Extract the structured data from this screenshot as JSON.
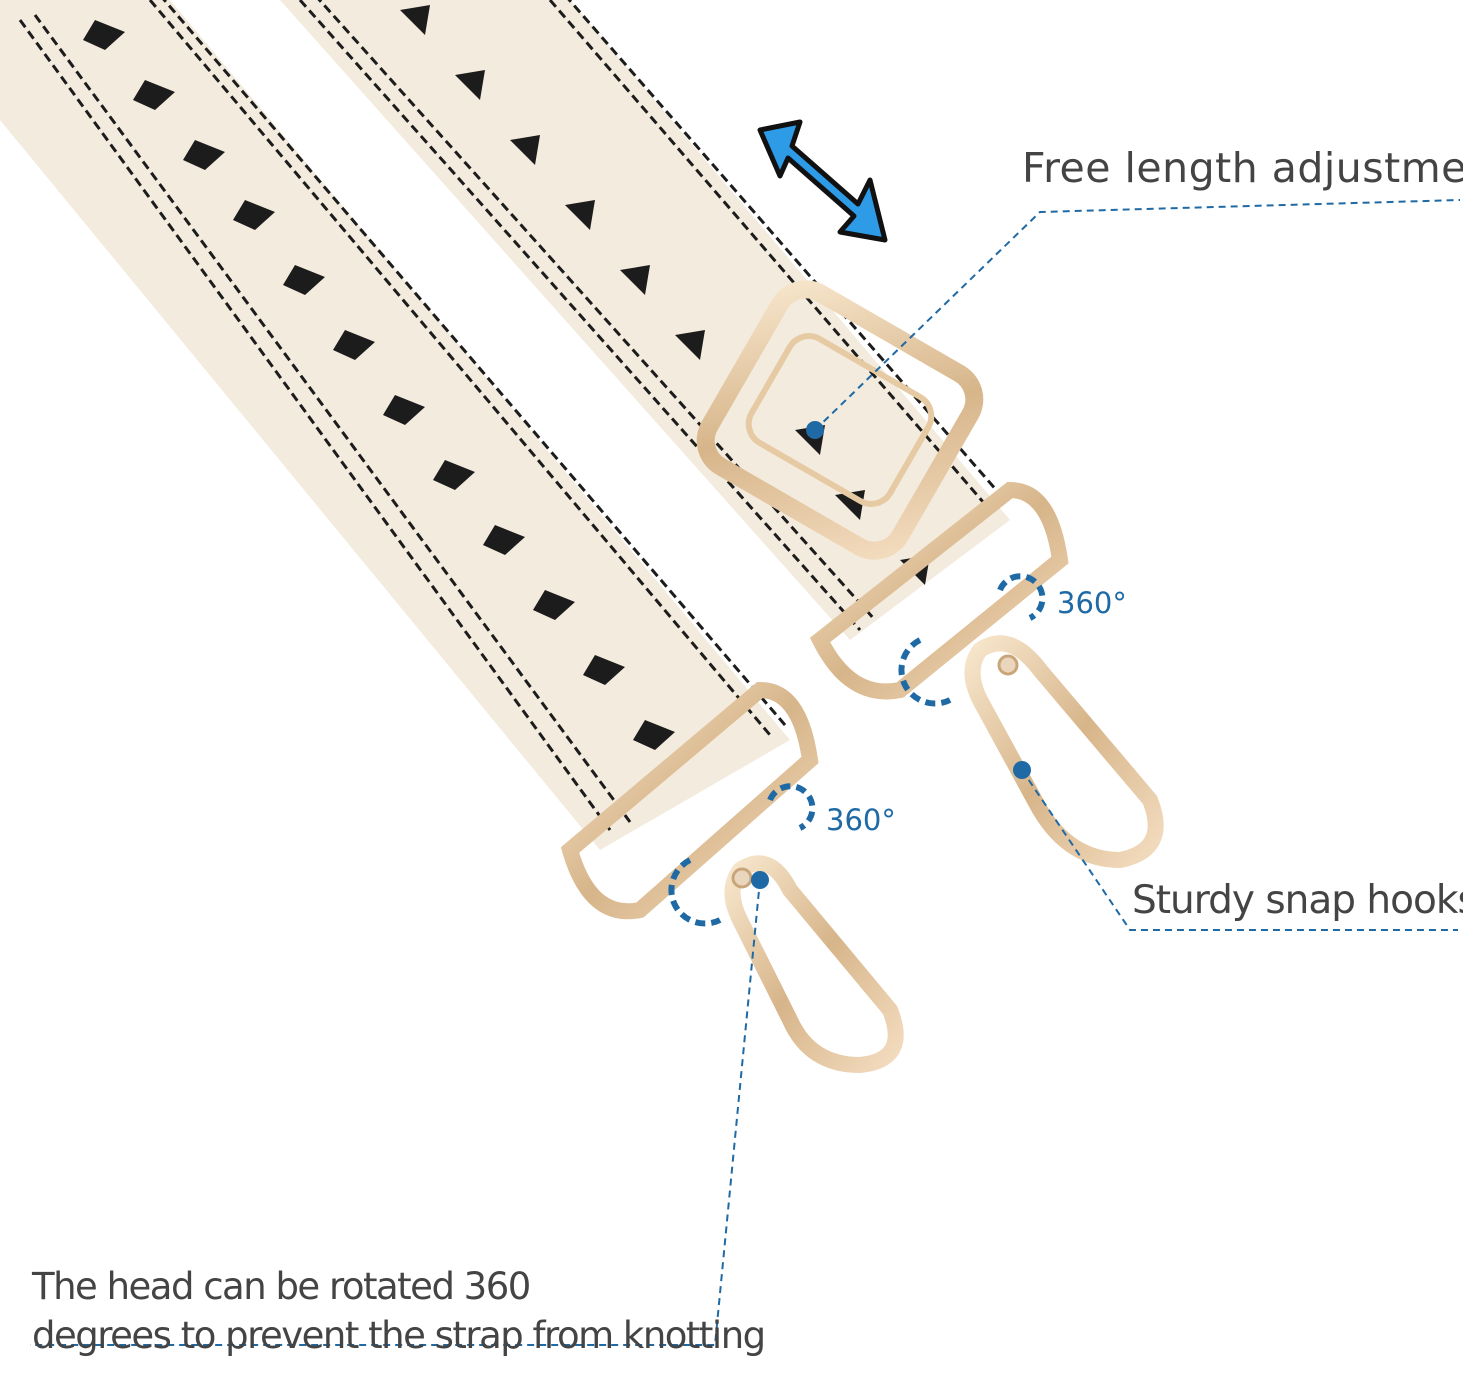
{
  "annotations": {
    "length_adjustment": "Free length adjustment",
    "snap_hooks": "Sturdy snap hooks",
    "rotation_line1": "The head can be rotated 360",
    "rotation_line2": "degrees to prevent the strap from knotting",
    "rotation_badge_right": "360°",
    "rotation_badge_left": "360°"
  },
  "colors": {
    "strap_base": "#f3ebdd",
    "strap_pattern": "#1c1c1c",
    "hardware_gold": "#d9b98c",
    "callout_blue": "#1f6aa5",
    "arrow_blue": "#2e9be6",
    "label_text": "#444444"
  }
}
